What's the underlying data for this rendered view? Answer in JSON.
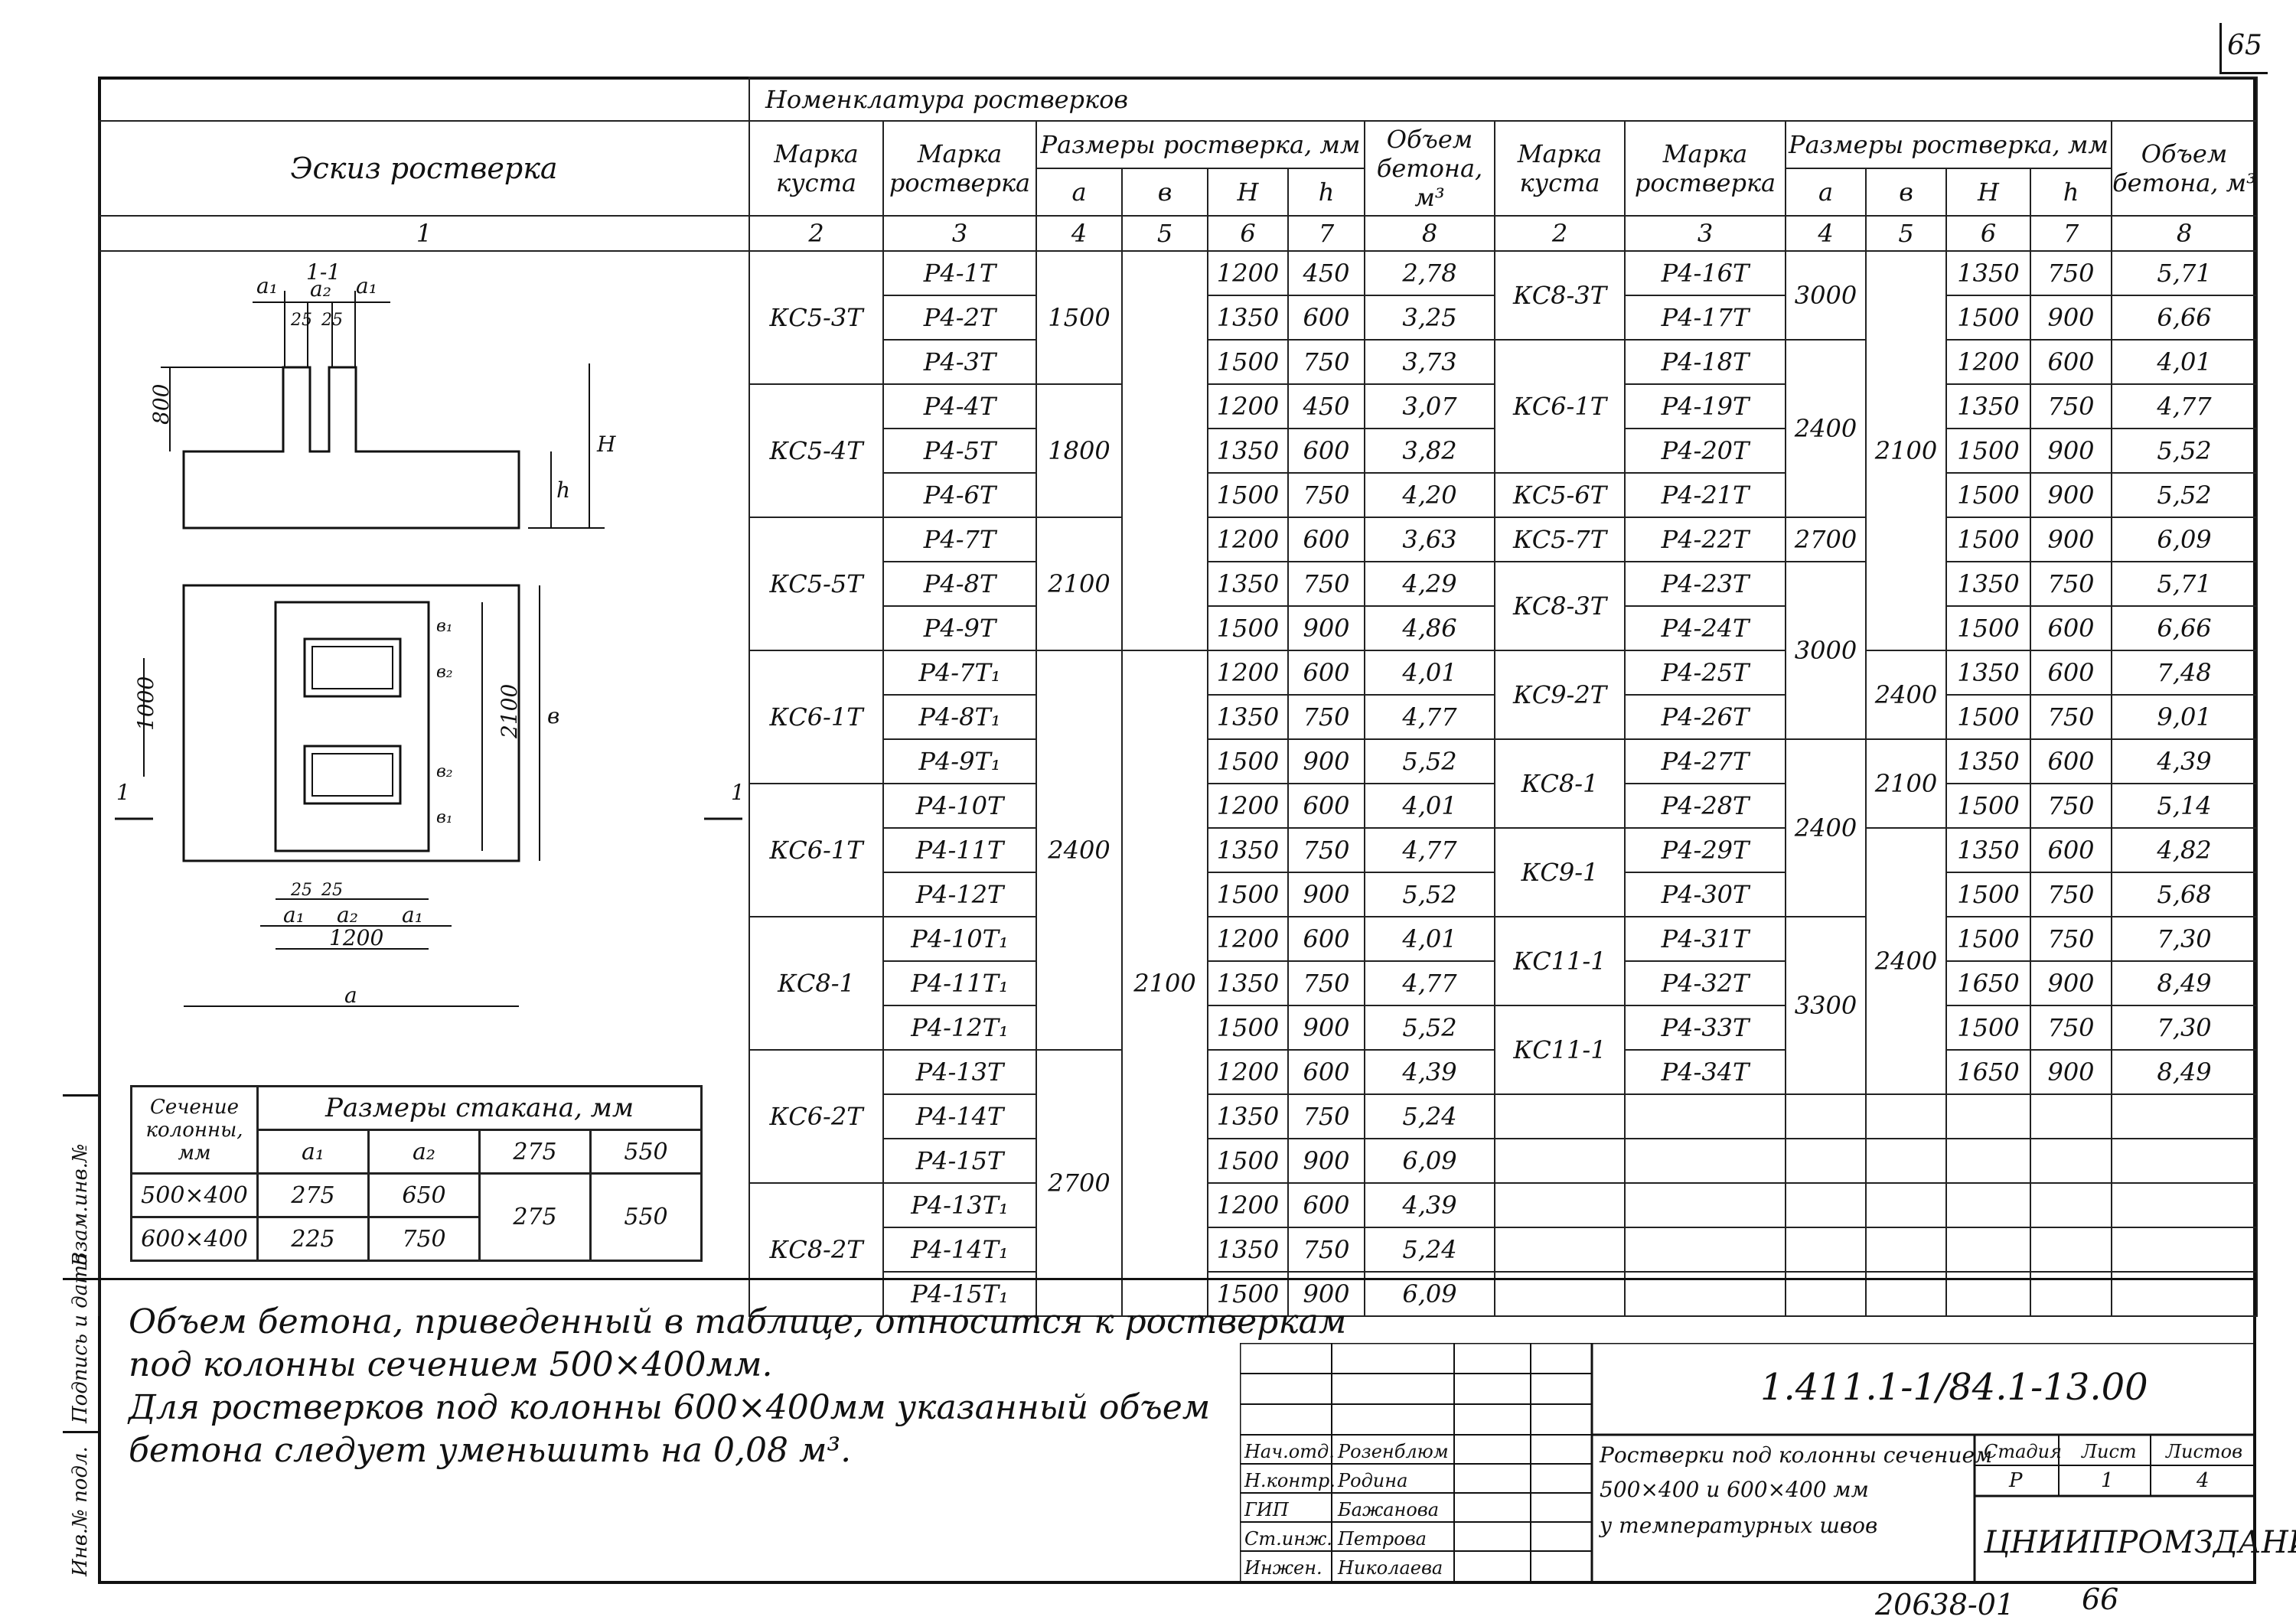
{
  "sheet_number_top": "65",
  "table_title": "Номенклатура ростверков",
  "headers": {
    "sketch": "Эскиз ростверка",
    "bush_mark": "Марка куста",
    "grill_mark": "Марка ростверка",
    "dims": "Размеры ростверка, мм",
    "volume": "Объем бетона, м³",
    "a": "a",
    "b": "в",
    "H": "H",
    "h": "h",
    "col_nums_left": [
      "1",
      "2",
      "3",
      "4",
      "5",
      "6",
      "7",
      "8"
    ],
    "col_nums_right": [
      "2",
      "3",
      "4",
      "5",
      "6",
      "7",
      "8"
    ]
  },
  "left_rows": [
    {
      "bush": "КС5-3Т",
      "span": 3,
      "a": "1500",
      "mark": "Р4-1Т",
      "H": "1200",
      "h": "450",
      "v": "2,78"
    },
    {
      "mark": "Р4-2Т",
      "H": "1350",
      "h": "600",
      "v": "3,25"
    },
    {
      "mark": "Р4-3Т",
      "H": "1500",
      "h": "750",
      "v": "3,73"
    },
    {
      "bush": "КС5-4Т",
      "span": 3,
      "a": "1800",
      "mark": "Р4-4Т",
      "H": "1200",
      "h": "450",
      "v": "3,07"
    },
    {
      "mark": "Р4-5Т",
      "H": "1350",
      "h": "600",
      "v": "3,82"
    },
    {
      "mark": "Р4-6Т",
      "H": "1500",
      "h": "750",
      "v": "4,20"
    },
    {
      "bush": "КС5-5Т",
      "span": 3,
      "a": "2100",
      "mark": "Р4-7Т",
      "H": "1200",
      "h": "600",
      "v": "3,63"
    },
    {
      "mark": "Р4-8Т",
      "H": "1350",
      "h": "750",
      "v": "4,29"
    },
    {
      "mark": "Р4-9Т",
      "H": "1500",
      "h": "900",
      "v": "4,86"
    },
    {
      "bush": "КС6-1Т",
      "span": 3,
      "mark": "Р4-7Т₁",
      "H": "1200",
      "h": "600",
      "v": "4,01"
    },
    {
      "mark": "Р4-8Т₁",
      "H": "1350",
      "h": "750",
      "v": "4,77"
    },
    {
      "mark": "Р4-9Т₁",
      "H": "1500",
      "h": "900",
      "v": "5,52"
    },
    {
      "bush": "КС6-1Т",
      "span": 3,
      "mark": "Р4-10Т",
      "H": "1200",
      "h": "600",
      "v": "4,01"
    },
    {
      "mark": "Р4-11Т",
      "H": "1350",
      "h": "750",
      "v": "4,77"
    },
    {
      "mark": "Р4-12Т",
      "H": "1500",
      "h": "900",
      "v": "5,52"
    },
    {
      "bush": "КС8-1",
      "span": 3,
      "mark": "Р4-10Т₁",
      "H": "1200",
      "h": "600",
      "v": "4,01"
    },
    {
      "mark": "Р4-11Т₁",
      "H": "1350",
      "h": "750",
      "v": "4,77"
    },
    {
      "mark": "Р4-12Т₁",
      "H": "1500",
      "h": "900",
      "v": "5,52"
    },
    {
      "bush": "КС6-2Т",
      "span": 3,
      "mark": "Р4-13Т",
      "H": "1200",
      "h": "600",
      "v": "4,39"
    },
    {
      "mark": "Р4-14Т",
      "H": "1350",
      "h": "750",
      "v": "5,24"
    },
    {
      "mark": "Р4-15Т",
      "H": "1500",
      "h": "900",
      "v": "6,09"
    },
    {
      "bush": "КС8-2Т",
      "span": 3,
      "mark": "Р4-13Т₁",
      "H": "1200",
      "h": "600",
      "v": "4,39"
    },
    {
      "mark": "Р4-14Т₁",
      "H": "1350",
      "h": "750",
      "v": "5,24"
    },
    {
      "mark": "Р4-15Т₁",
      "H": "1500",
      "h": "900",
      "v": "6,09"
    }
  ],
  "left_a_groups": {
    "g2400": "2400",
    "g2700": "2700",
    "b_all": "2100"
  },
  "right_rows": [
    {
      "bush": "КС8-3Т",
      "mark": "Р4-16Т",
      "a": "3000",
      "H": "1350",
      "h": "750",
      "v": "5,71"
    },
    {
      "mark": "Р4-17Т",
      "H": "1500",
      "h": "900",
      "v": "6,66"
    },
    {
      "bush": "КС6-1Т",
      "mark": "Р4-18Т",
      "a": "2400",
      "H": "1200",
      "h": "600",
      "v": "4,01"
    },
    {
      "mark": "Р4-19Т",
      "H": "1350",
      "h": "750",
      "v": "4,77"
    },
    {
      "mark": "Р4-20Т",
      "H": "1500",
      "h": "900",
      "v": "5,52"
    },
    {
      "bush": "КС5-6Т",
      "mark": "Р4-21Т",
      "H": "1500",
      "h": "900",
      "v": "5,52"
    },
    {
      "bush": "КС5-7Т",
      "mark": "Р4-22Т",
      "a": "2700",
      "H": "1500",
      "h": "900",
      "v": "6,09"
    },
    {
      "bush": "КС8-3Т",
      "mark": "Р4-23Т",
      "a": "3000",
      "H": "1350",
      "h": "750",
      "v": "5,71"
    },
    {
      "mark": "Р4-24Т",
      "H": "1500",
      "h": "600",
      "v": "6,66"
    },
    {
      "bush": "КС9-2Т",
      "mark": "Р4-25Т",
      "H": "1350",
      "h": "600",
      "v": "7,48"
    },
    {
      "mark": "Р4-26Т",
      "H": "1500",
      "h": "750",
      "v": "9,01"
    },
    {
      "bush": "КС8-1",
      "mark": "Р4-27Т",
      "a": "2400",
      "H": "1350",
      "h": "600",
      "v": "4,39"
    },
    {
      "mark": "Р4-28Т",
      "H": "1500",
      "h": "750",
      "v": "5,14"
    },
    {
      "bush": "КС9-1",
      "mark": "Р4-29Т",
      "H": "1350",
      "h": "600",
      "v": "4,82"
    },
    {
      "mark": "Р4-30Т",
      "H": "1500",
      "h": "750",
      "v": "5,68"
    },
    {
      "bush": "КС11-1",
      "mark": "Р4-31Т",
      "a": "3300",
      "H": "1500",
      "h": "750",
      "v": "7,30"
    },
    {
      "mark": "Р4-32Т",
      "H": "1650",
      "h": "900",
      "v": "8,49"
    },
    {
      "bush": "КС11-1",
      "mark": "Р4-33Т",
      "H": "1500",
      "h": "750",
      "v": "7,30"
    },
    {
      "mark": "Р4-34Т",
      "H": "1650",
      "h": "900",
      "v": "8,49"
    }
  ],
  "right_b_groups": {
    "b2100a": "2100",
    "b2400a": "2400",
    "b2100b": "2100",
    "b2400b": "2400"
  },
  "sketch": {
    "section_label": "1-1",
    "a1": "a₁",
    "a2": "a₂",
    "b1": "в₁",
    "b2": "в₂",
    "d25": "25",
    "d800": "800",
    "dH": "H",
    "dh": "h",
    "d1000": "1000",
    "d2100": "2100",
    "d1200": "1200",
    "da": "a",
    "db": "в",
    "cut": "1"
  },
  "glass_table": {
    "col_header": "Сечение колонны, мм",
    "dims_header": "Размеры стакана, мм",
    "a1": "a₁",
    "a2": "a₂",
    "b1": "275",
    "b2": "550",
    "rows": [
      {
        "sec": "500×400",
        "a1": "275",
        "a2": "650"
      },
      {
        "sec": "600×400",
        "a1": "225",
        "a2": "750"
      }
    ]
  },
  "note": {
    "line1": "Объем бетона, приведенный в таблице, относится к ростверкам",
    "line2": "под колонны сечением 500×400мм.",
    "line3": "Для ростверков под колонны 600×400мм указанный объем",
    "line4": "бетона следует уменьшить на 0,08 м³."
  },
  "stamp": {
    "code": "1.411.1-1/84.1-13.00",
    "desc1": "Ростверки под колонны сечением",
    "desc2": "500×400 и 600×400 мм",
    "desc3": "у температурных швов",
    "stage_h": "Стадия",
    "sheet_h": "Лист",
    "sheets_h": "Листов",
    "stage": "Р",
    "sheet": "1",
    "sheets": "4",
    "org": "ЦНИИПРОМЗДАНИЙ",
    "people": [
      {
        "role": "Нач.отд.",
        "name": "Розенблюм"
      },
      {
        "role": "Н.контр.",
        "name": "Родина"
      },
      {
        "role": "ГИП",
        "name": "Бажанова"
      },
      {
        "role": "Ст.инж.",
        "name": "Петрова"
      },
      {
        "role": "Инжен.",
        "name": "Николаева"
      }
    ]
  },
  "side_labels": [
    "Инв.№ подл.",
    "Подпись и дата",
    "Взам.инв.№"
  ],
  "bottom_code": "20638-01",
  "bottom_page": "66"
}
